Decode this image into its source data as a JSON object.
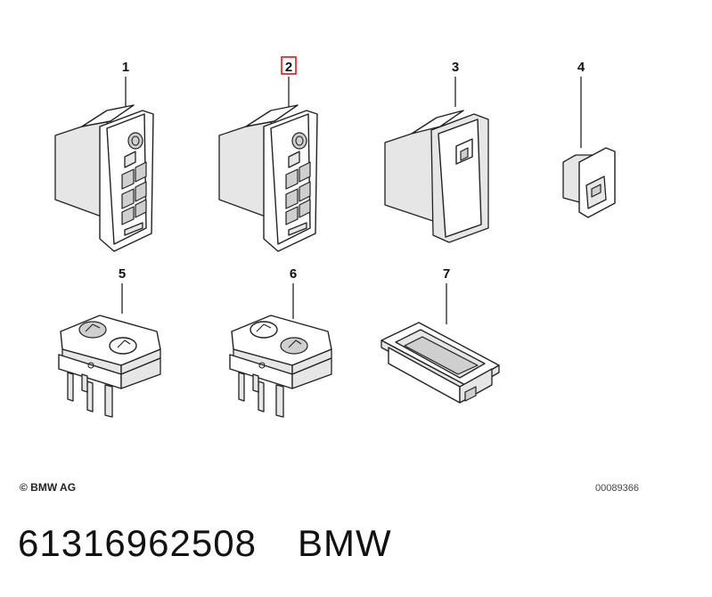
{
  "diagram": {
    "parts": [
      {
        "number": "1"
      },
      {
        "number": "2",
        "highlighted": true
      },
      {
        "number": "3"
      },
      {
        "number": "4"
      },
      {
        "number": "5"
      },
      {
        "number": "6"
      },
      {
        "number": "7"
      }
    ],
    "copyright": "© BMW AG",
    "diagram_id": "00089366",
    "highlight_color": "#d71920"
  },
  "footer": {
    "part_number": "61316962508",
    "brand": "BMW"
  }
}
